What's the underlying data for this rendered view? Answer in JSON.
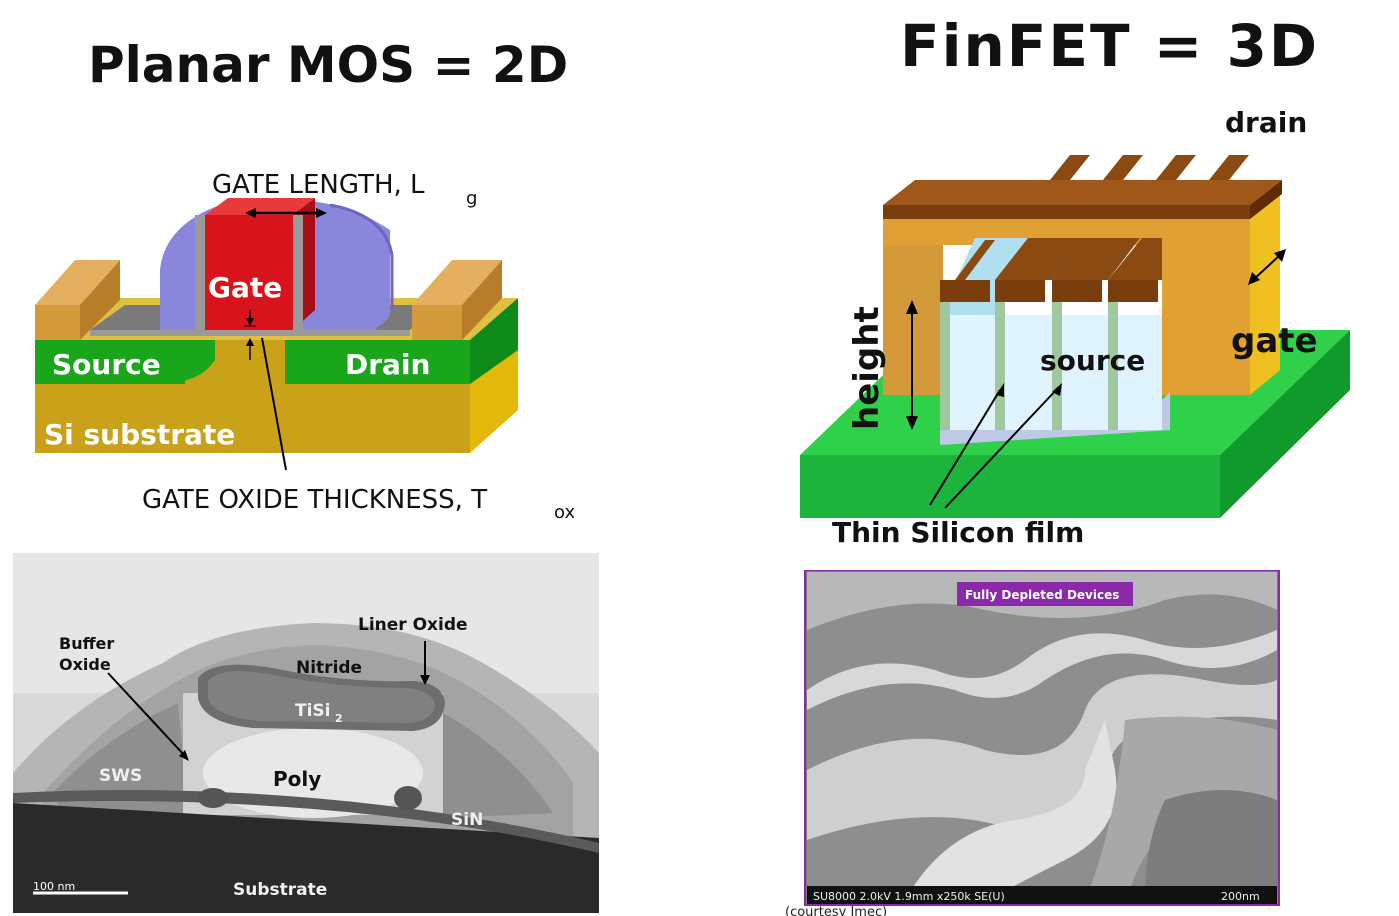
{
  "planar": {
    "title": "Planar MOS = 2D",
    "gate_length_label": "GATE LENGTH, L",
    "gate_length_sub": "g",
    "gate_label": "Gate",
    "source_label": "Source",
    "drain_label": "Drain",
    "substrate_label": "Si substrate",
    "oxide_label": "GATE OXIDE THICKNESS, T",
    "oxide_sub": "ox",
    "tem": {
      "buffer_oxide": "Buffer",
      "buffer_oxide_2": "Oxide",
      "liner_oxide": "Liner Oxide",
      "nitride": "Nitride",
      "tisi": "TiSi",
      "tisi_sub": "2",
      "sws": "SWS",
      "poly": "Poly",
      "sin": "SiN",
      "substrate": "Substrate",
      "scale_bar": "100 nm"
    }
  },
  "finfet": {
    "title": "FinFET = 3D",
    "drain_label": "drain",
    "gate_label": "gate",
    "height_label": "height",
    "source_label": "source",
    "film_label": "Thin Silicon film",
    "sem": {
      "badge": "Fully Depleted Devices",
      "footer_left": "SU8000 2.0kV 1.9mm x250k SE(U)",
      "footer_right": "200nm",
      "courtesy": "(courtesy Imec)"
    }
  },
  "colors": {
    "gate_red": "#d8131b",
    "spacer_blue": "#8a86dc",
    "well_green": "#1aa61a",
    "substrate_gold": "#c9a21a",
    "contact_orange": "#d49a3a",
    "fin_green": "#1db43d",
    "gate_gold": "#e0a034",
    "drain_brown": "#8a4a12",
    "badge_purple": "#8b2aa8"
  }
}
